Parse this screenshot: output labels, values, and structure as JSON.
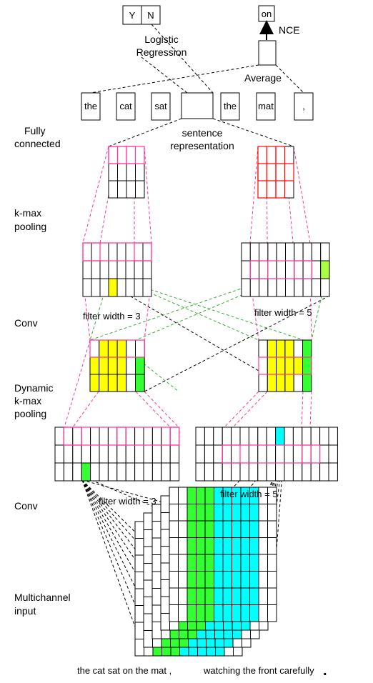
{
  "top_left": {
    "labels": [
      "Y",
      "N"
    ],
    "caption_line1": "Logistic",
    "caption_line2": "Regression"
  },
  "top_right": {
    "output": "on",
    "nce": "NCE",
    "average": "Average"
  },
  "context_words": [
    "the",
    "cat",
    "sat",
    "the",
    "mat",
    ","
  ],
  "sentence_rep": {
    "line1": "sentence",
    "line2": "representation"
  },
  "layers": {
    "fully_connected": [
      "Fully",
      "connected"
    ],
    "kmax": [
      "k-max",
      "pooling"
    ],
    "conv1": [
      "Conv"
    ],
    "dynamic_kmax": [
      "Dynamic",
      "k-max",
      "pooling"
    ],
    "conv2": [
      "Conv"
    ],
    "multichannel": [
      "Multichannel",
      "input"
    ]
  },
  "filters": {
    "upper_left": "filter width = 3",
    "upper_right": "filter width = 5",
    "lower_left": "filter width = 3",
    "lower_right": "filter width = 5"
  },
  "input_sentence": {
    "left": "the cat sat on the mat ,",
    "right": "watching the front carefully",
    "period": "."
  },
  "colors": {
    "pink": "#ff3399",
    "red": "#ff0000",
    "yellow": "#ffff00",
    "green": "#33ff33",
    "lime": "#aaff44",
    "cyan": "#00ffff",
    "olive_dash": "#33aa33"
  }
}
